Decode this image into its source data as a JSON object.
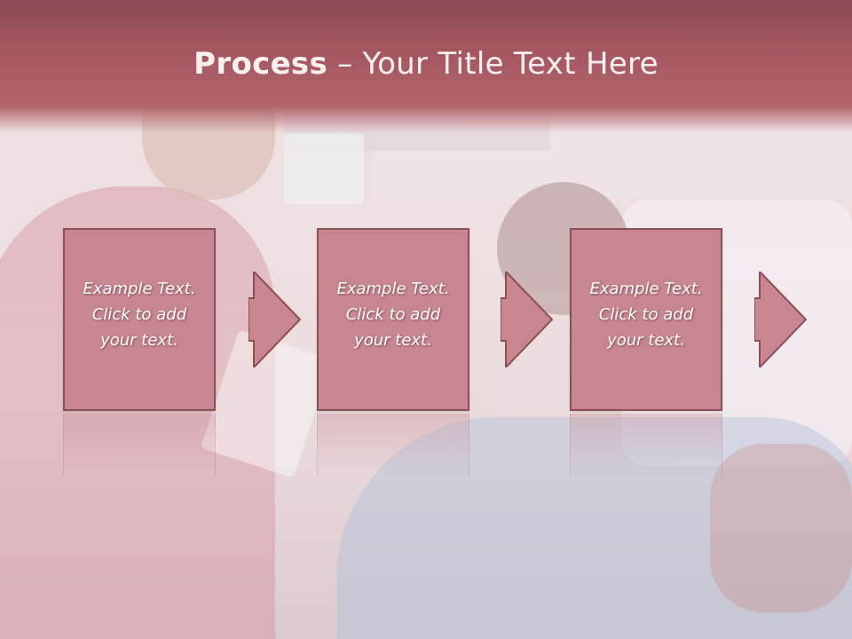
{
  "slide": {
    "title_bold": "Process",
    "title_rest": " – Your Title Text Here"
  },
  "steps": [
    {
      "text": "Example Text.\nClick  to add\nyour text."
    },
    {
      "text": "Example Text.\nClick  to add\nyour text."
    },
    {
      "text": "Example Text.\nClick  to add\nyour text."
    }
  ],
  "colors": {
    "header": "#a75963",
    "box_fill": "#c88790",
    "box_border": "#8c4f58",
    "text": "#ffffff"
  }
}
